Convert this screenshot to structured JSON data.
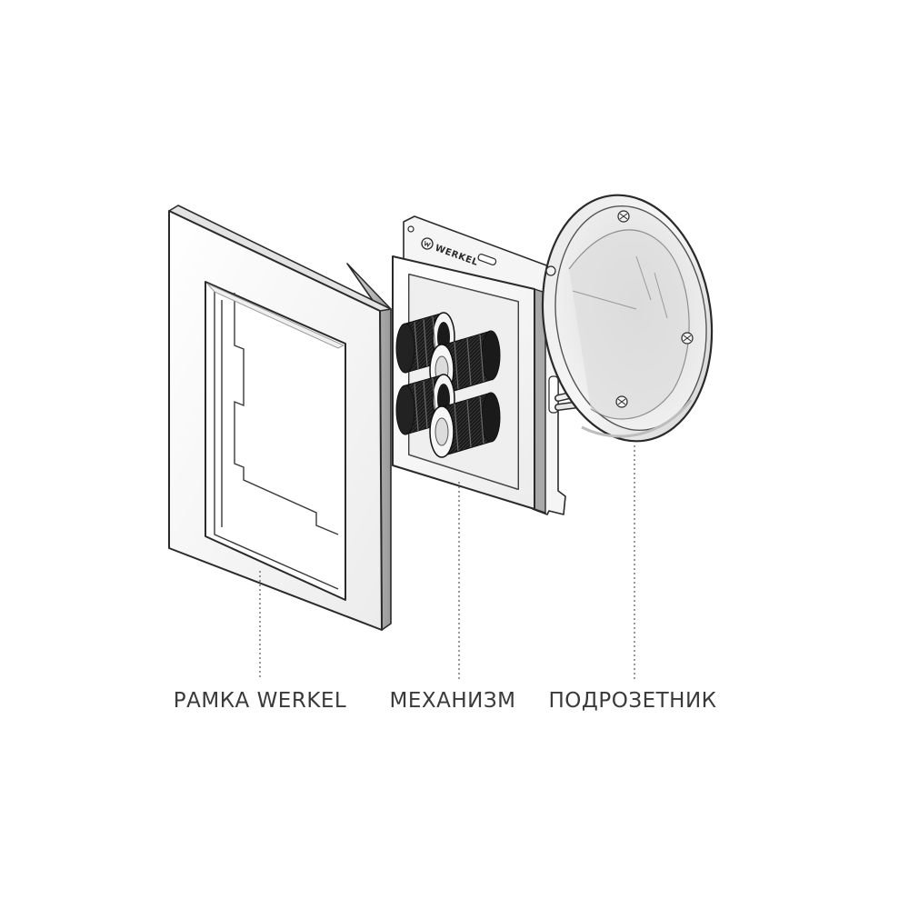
{
  "labels": {
    "frame": "РАМКА WERKEL",
    "mechanism": "МЕХАНИЗМ",
    "box": "ПОДРОЗЕТНИК"
  },
  "mechanism_logo": "WERKEL",
  "colors": {
    "background": "#ffffff",
    "outline": "#2a2a2a",
    "terminal_dark": "#1c1c1c",
    "label_text": "#3a3a3a"
  }
}
